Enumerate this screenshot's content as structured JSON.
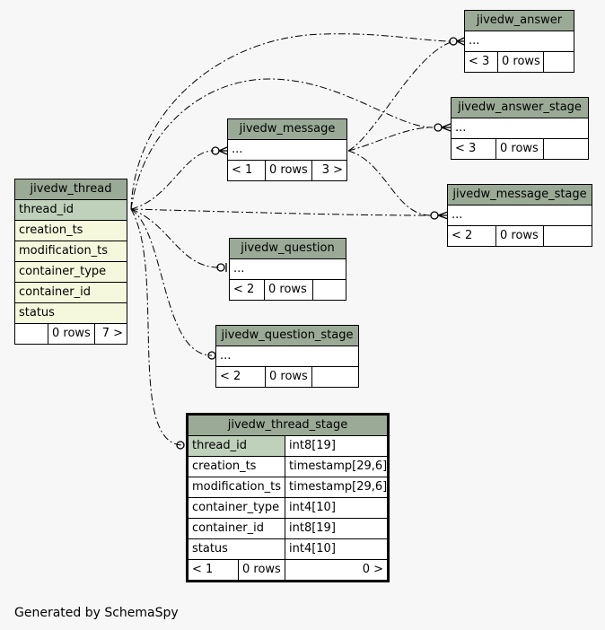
{
  "generated_by": "Generated by SchemaSpy",
  "tables": {
    "answer": {
      "name": "jivedw_answer",
      "placeholder": "...",
      "parents": "< 3",
      "rows": "0 rows",
      "children": ""
    },
    "answer_stage": {
      "name": "jivedw_answer_stage",
      "placeholder": "...",
      "parents": "< 3",
      "rows": "0 rows",
      "children": ""
    },
    "message": {
      "name": "jivedw_message",
      "placeholder": "...",
      "parents": "< 1",
      "rows": "0 rows",
      "children": "3 >"
    },
    "message_stage": {
      "name": "jivedw_message_stage",
      "placeholder": "...",
      "parents": "< 2",
      "rows": "0 rows",
      "children": ""
    },
    "question": {
      "name": "jivedw_question",
      "placeholder": "...",
      "parents": "< 2",
      "rows": "0 rows",
      "children": ""
    },
    "question_stage": {
      "name": "jivedw_question_stage",
      "placeholder": "...",
      "parents": "< 2",
      "rows": "0 rows",
      "children": ""
    },
    "thread": {
      "name": "jivedw_thread",
      "columns": [
        "thread_id",
        "creation_ts",
        "modification_ts",
        "container_type",
        "container_id",
        "status"
      ],
      "parents": "",
      "rows": "0 rows",
      "children": "7 >"
    },
    "thread_stage": {
      "name": "jivedw_thread_stage",
      "columns": [
        {
          "name": "thread_id",
          "type": "int8[19]"
        },
        {
          "name": "creation_ts",
          "type": "timestamp[29,6]"
        },
        {
          "name": "modification_ts",
          "type": "timestamp[29,6]"
        },
        {
          "name": "container_type",
          "type": "int4[10]"
        },
        {
          "name": "container_id",
          "type": "int8[19]"
        },
        {
          "name": "status",
          "type": "int4[10]"
        }
      ],
      "parents": "< 1",
      "rows": "0 rows",
      "children": "0 >"
    }
  },
  "colors": {
    "header": "#9aaa96",
    "primary_key": "#bfd0bb",
    "column": "#f5f8dc",
    "background": "#f7f7f7"
  }
}
